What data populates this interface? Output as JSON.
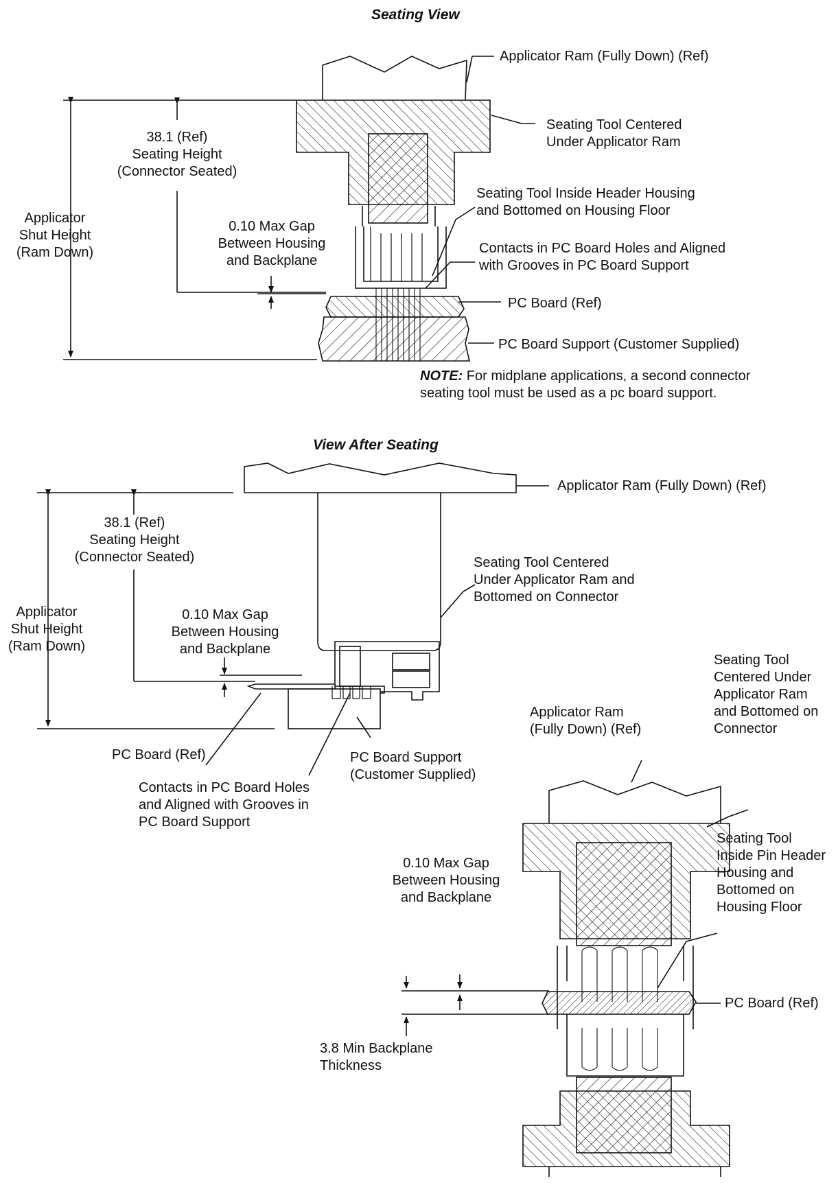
{
  "seating_view": {
    "title": "Seating View",
    "ram_label": "Applicator Ram (Fully Down) (Ref)",
    "tool_label": "Seating Tool Centered\nUnder Applicator Ram",
    "seating_height": "38.1 (Ref)\nSeating Height\n(Connector Seated)",
    "shut_height": "Applicator\nShut Height\n(Ram Down)",
    "inside_label": "Seating Tool Inside Header Housing\nand Bottomed on Housing Floor",
    "gap_label": "0.10 Max Gap\nBetween Housing\nand Backplane",
    "contacts_label": "Contacts in PC Board Holes and Aligned\nwith Grooves in PC Board Support",
    "pcb_label": "PC Board (Ref)",
    "support_label": "PC Board Support (Customer Supplied)",
    "note_bold": "NOTE:",
    "note_text": " For midplane applications, a second connector\nseating tool must be used as a pc board support."
  },
  "after_view": {
    "title": "View After Seating",
    "ram_label": "Applicator Ram (Fully Down) (Ref)",
    "seating_height": "38.1 (Ref)\nSeating Height\n(Connector Seated)",
    "shut_height": "Applicator\nShut Height\n(Ram Down)",
    "tool_label": "Seating Tool Centered\nUnder Applicator Ram and\nBottomed on Connector",
    "gap_label": "0.10 Max Gap\nBetween Housing\nand Backplane",
    "pcb_label": "PC Board (Ref)",
    "support_label": "PC Board Support\n(Customer Supplied)",
    "contacts_label": "Contacts in PC Board Holes\nand Aligned with Grooves in\nPC Board Support"
  },
  "midplane_view": {
    "ram_label": "Applicator Ram\n(Fully Down) (Ref)",
    "tool_label": "Seating Tool\nCentered Under\nApplicator Ram\nand Bottomed on\nConnector",
    "inside_label": "Seating Tool\nInside Pin Header\nHousing and\nBottomed on\nHousing Floor",
    "gap_label": "0.10 Max Gap\nBetween Housing\nand Backplane",
    "pcb_label": "PC Board (Ref)",
    "thickness_label": "3.8 Min Backplane\nThickness"
  }
}
